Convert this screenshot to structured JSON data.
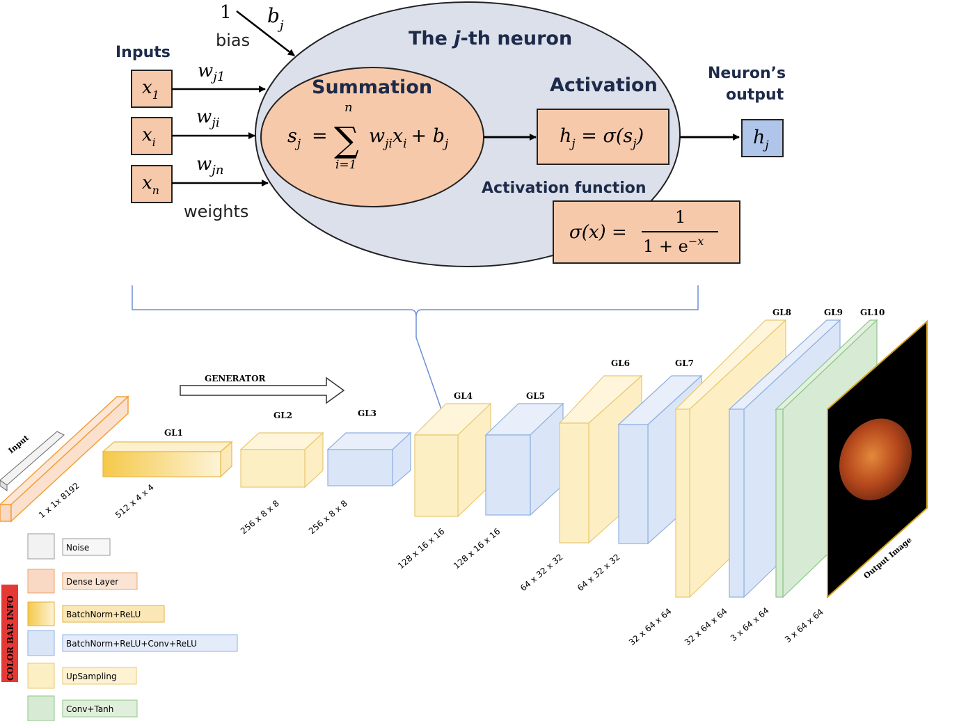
{
  "neuron": {
    "bias_one": "1",
    "bias_symbol": "b",
    "bias_sub": "j",
    "bias_label": "bias",
    "title_pre": "The ",
    "title_j": "j",
    "title_post": "-th neuron",
    "inputs_label": "Inputs",
    "inputs": [
      {
        "name": "x",
        "sub": "1",
        "weight": "w",
        "weight_sub": "j1"
      },
      {
        "name": "x",
        "sub": "i",
        "weight": "w",
        "weight_sub": "ji"
      },
      {
        "name": "x",
        "sub": "n",
        "weight": "w",
        "weight_sub": "jn"
      }
    ],
    "weights_label": "weights",
    "summation_label": "Summation",
    "sum_lhs": "s",
    "sum_lhs_sub": "j",
    "sum_equals": "=",
    "sum_sigma": "∑",
    "sum_top": "n",
    "sum_bottom": "i=1",
    "sum_term_w": "w",
    "sum_term_w_sub": "ji",
    "sum_term_x": "x",
    "sum_term_x_sub": "i",
    "sum_plus": "+ b",
    "sum_plus_sub": "j",
    "activation_label": "Activation",
    "act_h": "h",
    "act_h_sub": "j",
    "act_eq": " = σ(s",
    "act_s_sub": "j",
    "act_close": ")",
    "output_label_1": "Neuron’s",
    "output_label_2": "output",
    "output_h": "h",
    "output_h_sub": "j",
    "activation_function_label": "Activation function",
    "sigmoid_lhs": "σ(x) =",
    "sigmoid_num": "1",
    "sigmoid_den": "1 + e",
    "sigmoid_exp": "−x"
  },
  "generator": {
    "arrow_label": "GENERATOR",
    "input_label": "Input",
    "input_dim": "1 x 1x 8192",
    "layers": [
      {
        "name": "GL1",
        "dim": "512 x 4 x 4",
        "type": "batchnorm_relu"
      },
      {
        "name": "GL2",
        "dim": "256 x 8 x 8",
        "type": "upsampling"
      },
      {
        "name": "GL3",
        "dim": "256 x 8 x 8",
        "type": "conv"
      },
      {
        "name": "GL4",
        "dim": "128 x 16 x 16",
        "type": "upsampling"
      },
      {
        "name": "GL5",
        "dim": "128 x 16 x 16",
        "type": "conv"
      },
      {
        "name": "GL6",
        "dim": "64 x 32 x 32",
        "type": "upsampling"
      },
      {
        "name": "GL7",
        "dim": "64 x 32 x 32",
        "type": "conv"
      },
      {
        "name": "GL8",
        "dim": "32 x 64 x 64",
        "type": "upsampling"
      },
      {
        "name": "GL9",
        "dim": "32 x 64 x 64",
        "type": "conv"
      },
      {
        "name": "GL10",
        "dim": "3 x 64 x 64",
        "type": "tanh"
      }
    ],
    "output_label": "Output Image",
    "output_dim": "3 x 64 x 64"
  },
  "legend": {
    "title": "COLOR BAR INFO",
    "items": [
      {
        "label": "Noise",
        "color": "#f2f2f2"
      },
      {
        "label": "Dense Layer",
        "color": "#f9d8c4"
      },
      {
        "label": "BatchNorm+ReLU",
        "color": "#f6d27a"
      },
      {
        "label": "BatchNorm+ReLU+Conv+ReLU",
        "color": "#dae6f8"
      },
      {
        "label": "UpSampling",
        "color": "#fdefc4"
      },
      {
        "label": "Conv+Tanh",
        "color": "#d7ead3"
      }
    ]
  },
  "colors": {
    "neuron_ellipse": "#dbe0ea",
    "summation_fill": "#f6c9ab",
    "box_fill": "#f6c9ab",
    "output_fill": "#afc6ea",
    "brace": "#6b8fd6",
    "upsampling": "#fdefc4",
    "conv": "#dae6f8",
    "tanh": "#d7ead3",
    "dense": "#f9d8c4",
    "legend_red": "#e53935"
  }
}
